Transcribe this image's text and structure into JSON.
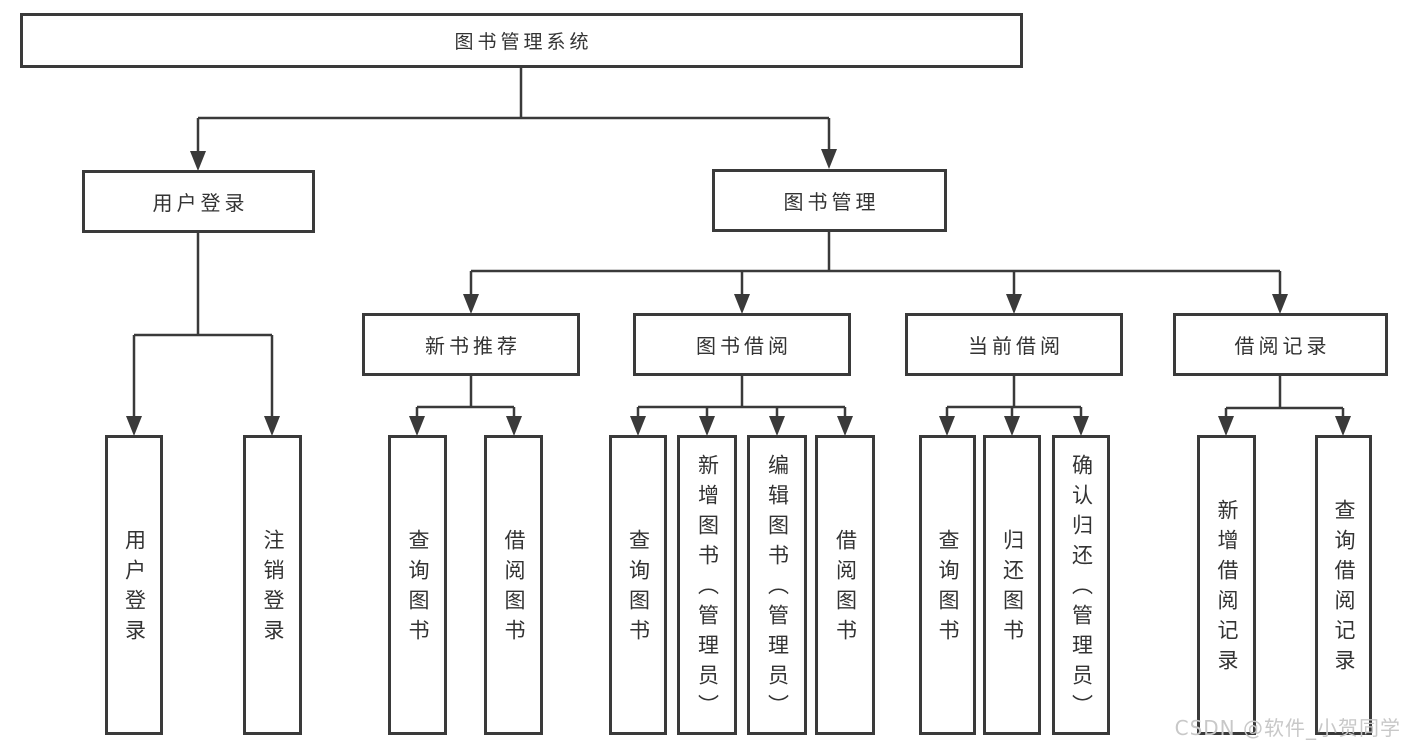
{
  "diagram": {
    "root": {
      "label": "图书管理系统"
    },
    "level2": [
      {
        "label": "用户登录"
      },
      {
        "label": "图书管理"
      }
    ],
    "level3": [
      {
        "label": "新书推荐"
      },
      {
        "label": "图书借阅"
      },
      {
        "label": "当前借阅"
      },
      {
        "label": "借阅记录"
      }
    ],
    "leaves": {
      "user_login": [
        {
          "label": "用户登录"
        },
        {
          "label": "注销登录"
        }
      ],
      "new_book": [
        {
          "label": "查询图书"
        },
        {
          "label": "借阅图书"
        }
      ],
      "book_borrow": [
        {
          "label": "查询图书"
        },
        {
          "label": "新增图书（管理员）"
        },
        {
          "label": "编辑图书（管理员）"
        },
        {
          "label": "借阅图书"
        }
      ],
      "current_borrow": [
        {
          "label": "查询图书"
        },
        {
          "label": "归还图书"
        },
        {
          "label": "确认归还（管理员）"
        }
      ],
      "borrow_records": [
        {
          "label": "新增借阅记录"
        },
        {
          "label": "查询借阅记录"
        }
      ]
    }
  },
  "watermark": {
    "text": "CSDN @软件_小贺同学"
  },
  "colors": {
    "line": "#3a3a3a",
    "text": "#333333",
    "background": "#ffffff",
    "watermark": "#c8c8c8"
  }
}
